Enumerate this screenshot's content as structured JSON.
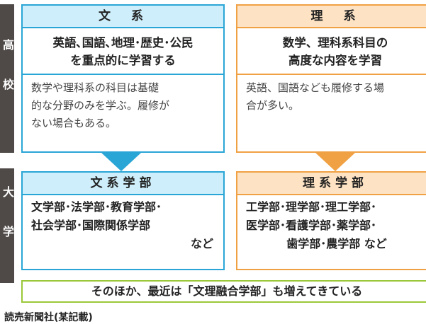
{
  "side_labels": {
    "high_school": "高校",
    "university": "大学"
  },
  "bunkei": {
    "title": "文　系",
    "emphasis_lines": [
      "英語､国語､地理･歴史･公民",
      "を重点的に学習する"
    ],
    "note_lines": [
      "数学や理科系の科目は基礎",
      "的な分野のみを学ぶ。履修が",
      "ない場合もある。"
    ]
  },
  "rikei": {
    "title": "理　系",
    "emphasis_lines": [
      "数学、理科系科目の",
      "高度な内容を学習"
    ],
    "note_lines": [
      "英語、国語なども履修する場",
      "合が多い。"
    ]
  },
  "bunkei_faculty": {
    "title": "文系学部",
    "lines": [
      "文学部･法学部･教育学部･",
      "社会学部･国際関係学部",
      "など"
    ]
  },
  "rikei_faculty": {
    "title": "理系学部",
    "lines": [
      "工学部･理学部･理工学部･",
      "医学部･看護学部･薬学部･",
      "歯学部･農学部 など"
    ]
  },
  "bottom_note": "そのほか、最近は「文理融合学部」も増えてきている",
  "source": "読売新聞社(某記載)",
  "colors": {
    "bunkei_accent": "#2aa6d6",
    "rikei_accent": "#f0a144",
    "bottom_accent": "#9bc83a",
    "side_bar": "#4f4a48"
  }
}
